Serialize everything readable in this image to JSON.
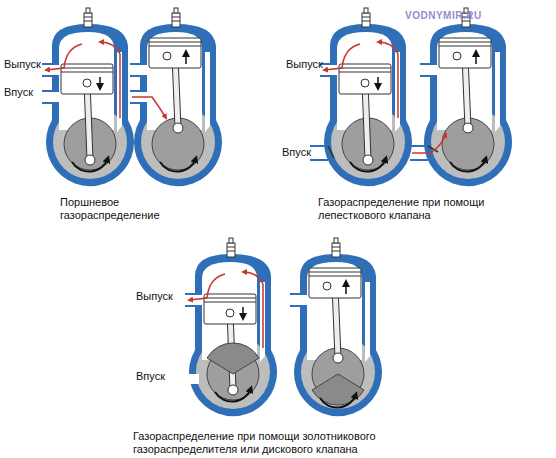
{
  "diagram": {
    "labels": [
      "VODNYMIR.RU",
      "Выпуск",
      "Впуск",
      "Поршневое газораспределение",
      "Выпуск",
      "Впуск",
      "Газораспределение при помощи лепесткового клапана",
      "Выпуск",
      "Впуск",
      "Газораспределение при помощи золотникового газораспределителя или дискового клапана"
    ]
  }
}
